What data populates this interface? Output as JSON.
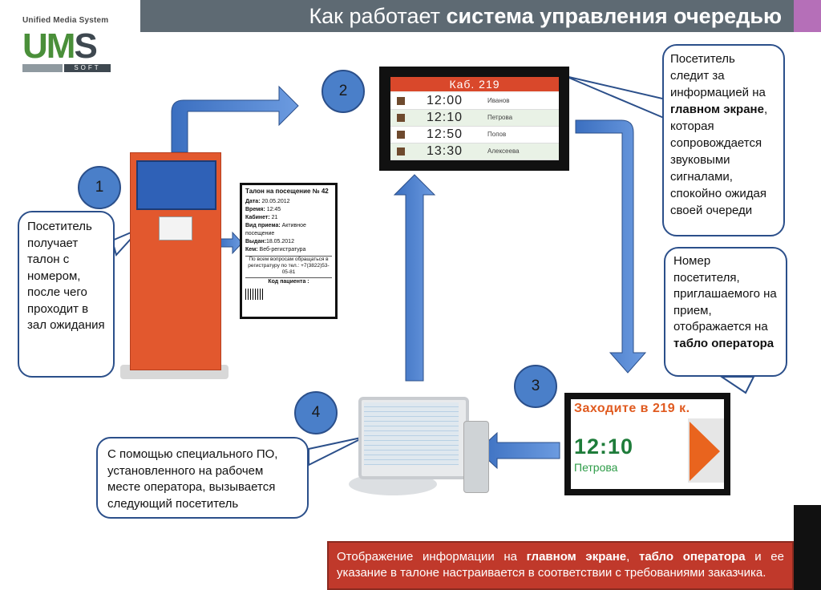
{
  "header": {
    "title_normal": "Как работает ",
    "title_bold": "система управления очередью",
    "accent_color": "#b56fb8",
    "bar_color": "#5e6a73"
  },
  "logo": {
    "caption": "Unified Media System",
    "letters_green": "UM",
    "letters_gray": "S",
    "subtitle": "SOFT"
  },
  "steps": [
    "1",
    "2",
    "3",
    "4"
  ],
  "callouts": {
    "visitor_ticket": "Посетитель получает талон с номером, после чего проходит в зал ожидания",
    "main_screen_pre": "Посетитель следит за информацией на ",
    "main_screen_bold": "главном экране",
    "main_screen_post": ", которая сопровождается звуковыми сигналами, спокойно ожидая своей очереди",
    "operator_board_pre": "Номер посетителя, приглашаемого на прием, отображается на ",
    "operator_board_bold": "табло оператора",
    "operator_software": "С помощью специального ПО, установленного на рабочем месте оператора, вызывается следующий посетитель"
  },
  "ticket": {
    "title": "Талон на посещение № 42",
    "date_label": "Дата:",
    "date": "20.05.2012",
    "time_label": "Время:",
    "time": "12:45",
    "room_label": "Кабинет:",
    "room": "21",
    "type_label": "Вид приема:",
    "type": "Активное посещение",
    "issued_label": "Выдан:",
    "issued": "18.05.2012",
    "by_label": "Кем:",
    "by": "Веб-регистратура",
    "note": "По всем вопросам обращаться в регистратуру по тел.: +7(3822)53-05-81",
    "code_label": "Код пациента :"
  },
  "main_screen": {
    "header": "Каб. 219",
    "rows": [
      {
        "time": "12:00",
        "name": "Иванов"
      },
      {
        "time": "12:10",
        "name": "Петрова"
      },
      {
        "time": "12:50",
        "name": "Попов"
      },
      {
        "time": "13:30",
        "name": "Алексеева"
      }
    ]
  },
  "operator_board": {
    "header": "Заходите в 219 к.",
    "time": "12:10",
    "name": "Петрова"
  },
  "bottom_banner": {
    "p1": "Отображение информации на ",
    "b1": "главном экране",
    "p2": ", ",
    "b2": "табло оператора",
    "p3": " и ее указание в талоне настраивается в соответствии с требованиями заказчика."
  }
}
